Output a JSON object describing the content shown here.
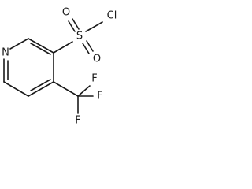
{
  "molecule": {
    "atoms": {
      "nitrogen": "N",
      "sulfur": "S",
      "oxygen_top": "O",
      "oxygen_bottom": "O",
      "chlorine": "Cl",
      "fluorine_top": "F",
      "fluorine_right": "F",
      "fluorine_bottom": "F"
    }
  },
  "colors": {
    "bond": "#1a1a1a",
    "background": "#ffffff"
  }
}
